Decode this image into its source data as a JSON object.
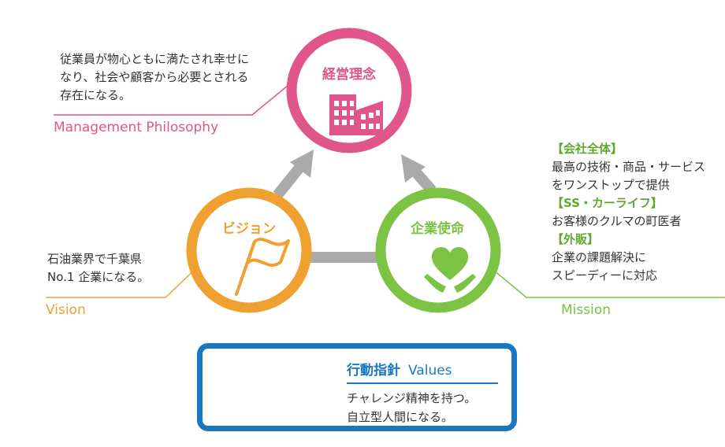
{
  "management": {
    "title": "経営理念",
    "text": "従業員が物心ともに満たされ幸せになり、社会や顧客から必要とされる存在になる。",
    "label_en": "Management Philosophy"
  },
  "vision": {
    "title": "ビジョン",
    "text_line1": "石油業界で千葉県",
    "text_line2": "No.1 企業になる。",
    "label_en": "Vision"
  },
  "mission": {
    "title": "企業使命",
    "label_en": "Mission",
    "sections": [
      {
        "heading": "【会社全体】",
        "lines": [
          "最高の技術・商品・サービス",
          "をワンストップで提供"
        ]
      },
      {
        "heading": "【SS・カーライフ】",
        "lines": [
          "お客様のクルマの町医者"
        ]
      },
      {
        "heading": "【外販】",
        "lines": [
          "企業の課題解決に",
          "スピーディーに対応"
        ]
      }
    ]
  },
  "values": {
    "title": "行動指針",
    "title_en": "Values",
    "line1": "チャレンジ精神を持つ。",
    "line2": "自立型人間になる。"
  },
  "colors": {
    "management": "#e0558a",
    "vision": "#f0a030",
    "mission": "#7cc243",
    "values": "#1a78c2",
    "arrow": "#aaaaaa"
  },
  "icons": {
    "management": "building-icon",
    "vision": "flag-icon",
    "mission": "heart-hands-icon",
    "values": "people-icon"
  }
}
